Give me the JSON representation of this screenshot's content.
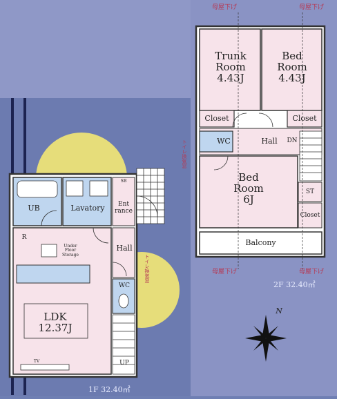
{
  "plan": {
    "colors": {
      "background": "#6f7fb3",
      "upper_band": "#8f98c7",
      "room_fill": "#f7e3ea",
      "service_fill": "#bfd6ef",
      "balcony_fill": "#ffffff",
      "wall": "#333333",
      "moon": "#e6dd7a"
    },
    "second_floor": {
      "rooms": [
        {
          "name": "Trunk",
          "name2": "Room",
          "size": "4.43J"
        },
        {
          "name": "Bed",
          "name2": "Room",
          "size": "4.43J"
        },
        {
          "name": "Bed",
          "name2": "Room",
          "size": "6J"
        }
      ],
      "closet_left": "Closet",
      "closet_right": "Closet",
      "closet_small": "Closet",
      "wc": "WC",
      "hall": "Hall",
      "dn": "DN",
      "st": "ST",
      "balcony": "Balcony",
      "area": "2F 32.40㎡",
      "ceiling_note": "母屋下げ",
      "toilet_note": "トイレ換気窓"
    },
    "first_floor": {
      "ub": "UB",
      "lavatory": "Lavatory",
      "ldk": "LDK",
      "ldk_size": "12.37J",
      "hall": "Hall",
      "wc": "WC",
      "sb": "SB",
      "ent": "Ent",
      "rance": "rance",
      "up": "UP",
      "tv": "TV",
      "r": "R",
      "underfloor": "Under",
      "underfloor2": "Floor",
      "underfloor3": "Storage",
      "area": "1F 32.40㎡",
      "window_note": "トイレ換気窓"
    },
    "compass": "N"
  }
}
